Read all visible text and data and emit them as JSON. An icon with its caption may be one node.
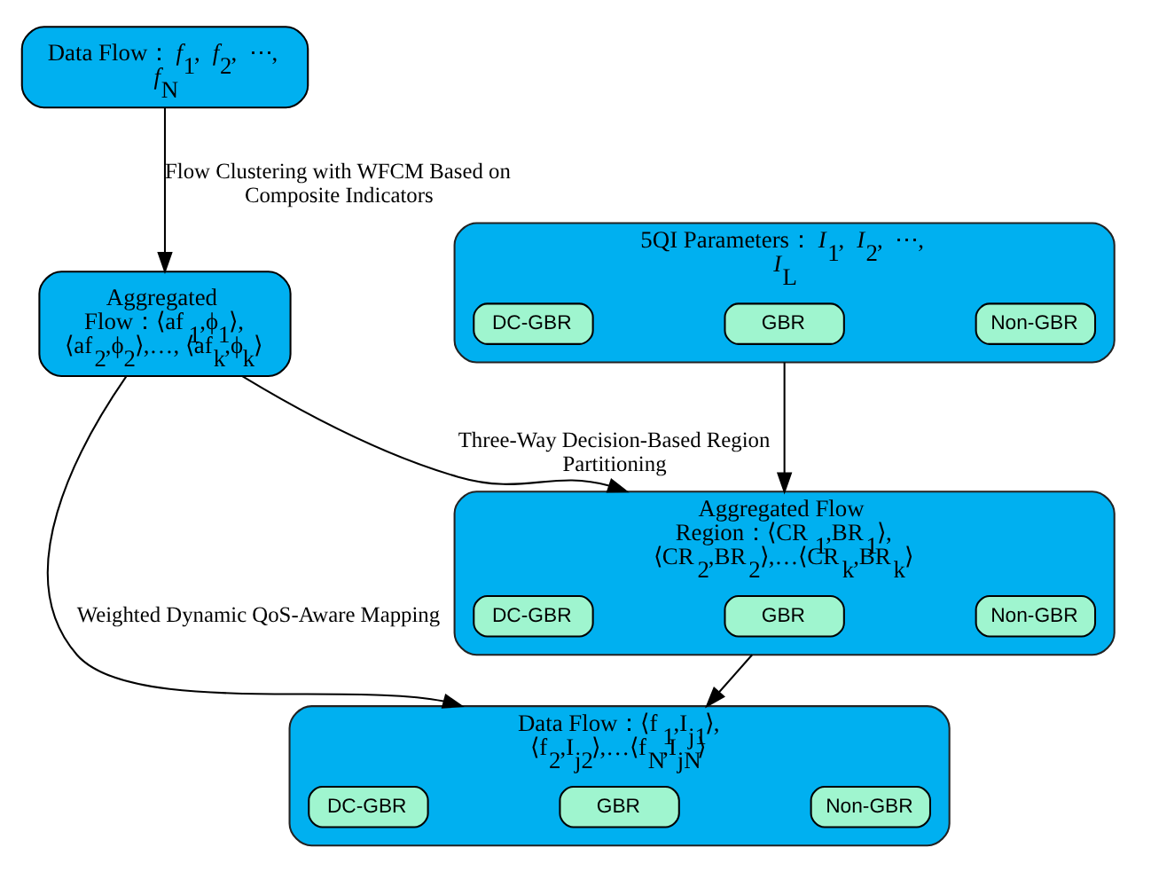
{
  "diagram": {
    "nodes": [
      {
        "text": [
          "Data Flow：*f*$_{1}$,  *f*$_{2}$,  ⋯,  *f*$_{N}$"
        ]
      },
      {
        "text": [
          "5QI Parameters：*I*$_{1}$,  *I*$_{2}$,  ⋯,  *I*$_{L}$"
        ]
      },
      {
        "text": [
          "DC-GBR"
        ],
        "in": 1
      },
      {
        "text": [
          "GBR"
        ],
        "in": 1
      },
      {
        "text": [
          "Non-GBR"
        ],
        "in": 1
      },
      {
        "text": [
          "Aggregated Flow：⟨af$_{1}$,ϕ$_{1}$⟩, ⟨af$_{2}$,ϕ$_{2}$⟩,…, ⟨af$_{k}$,ϕ$_{k}$⟩"
        ]
      },
      {
        "text": [
          "Aggregated Flow Region：⟨CR$_{1}$,BR$_{1}$⟩, ⟨CR$_{2}$,BR$_{2}$⟩,…⟨CR$_{k}$,BR$_{k}$⟩"
        ]
      },
      {
        "text": [
          "DC-GBR"
        ],
        "in": 6
      },
      {
        "text": [
          "GBR"
        ],
        "in": 6
      },
      {
        "text": [
          "Non-GBR"
        ],
        "in": 6
      },
      {
        "text": [
          "Data Flow：⟨f$_{1}$,I$_{j1}$⟩, ⟨f$_{2}$,I$_{j2}$⟩,…⟨f$_{N}$,I$_{jN}$⟩"
        ]
      },
      {
        "text": [
          "DC-GBR"
        ],
        "in": 10
      },
      {
        "text": [
          "GBR"
        ],
        "in": 10
      },
      {
        "text": [
          "Non-GBR"
        ],
        "in": 10
      }
    ],
    "edges": [
      {
        "from": 0,
        "to": 5,
        "arrow": "to",
        "label": "Flow Clustering with WFCM Based on Composite Indicators"
      },
      {
        "from": 1,
        "to": 6,
        "arrow": "to"
      },
      {
        "from": 5,
        "to": 6,
        "arrow": "to",
        "label": "Three-Way Decision-Based Region Partitioning"
      },
      {
        "from": 5,
        "to": 10,
        "arrow": "to",
        "label": "Weighted Dynamic QoS-Aware Mapping"
      },
      {
        "from": 6,
        "to": 10,
        "arrow": "to"
      }
    ]
  }
}
